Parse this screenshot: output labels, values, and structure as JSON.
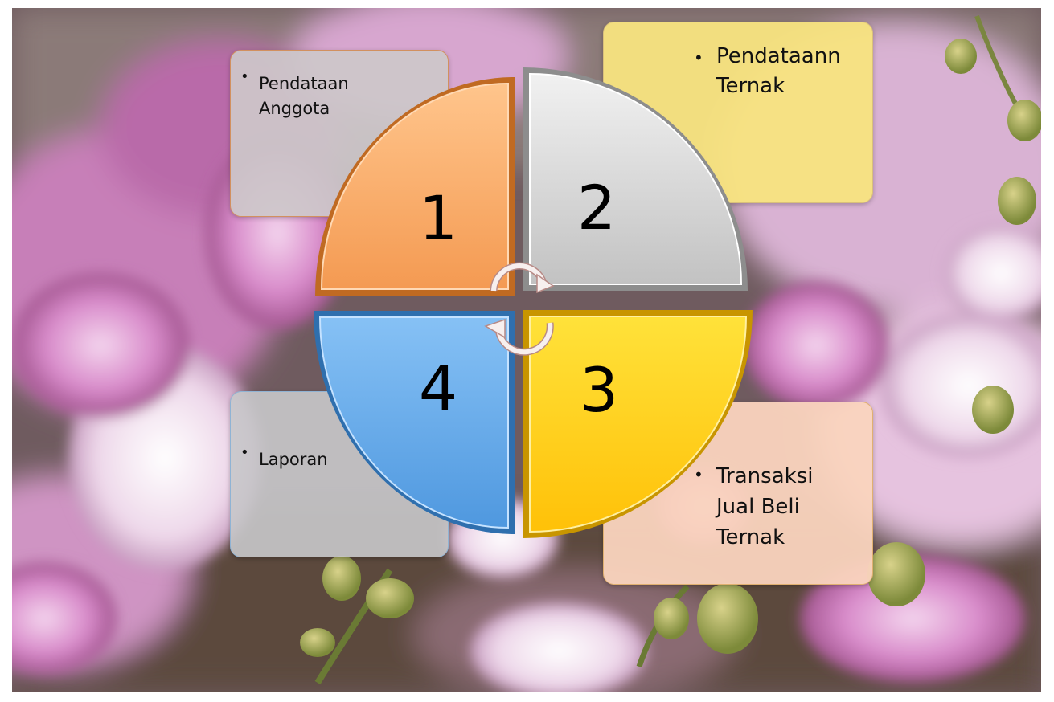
{
  "cycle": {
    "segments": [
      {
        "number": "1",
        "color": "#f7a55f",
        "label": "Pendataan\nAnggota"
      },
      {
        "number": "2",
        "color": "#c9c9c9",
        "label": "Pendataann\nTernak"
      },
      {
        "number": "3",
        "color": "#ffc90a",
        "label": "Transaksi\nJual Beli\nTernak"
      },
      {
        "number": "4",
        "color": "#5ea8e8",
        "label": "Laporan"
      }
    ],
    "bullet": "•",
    "center_icon": "circular-arrows-icon"
  }
}
